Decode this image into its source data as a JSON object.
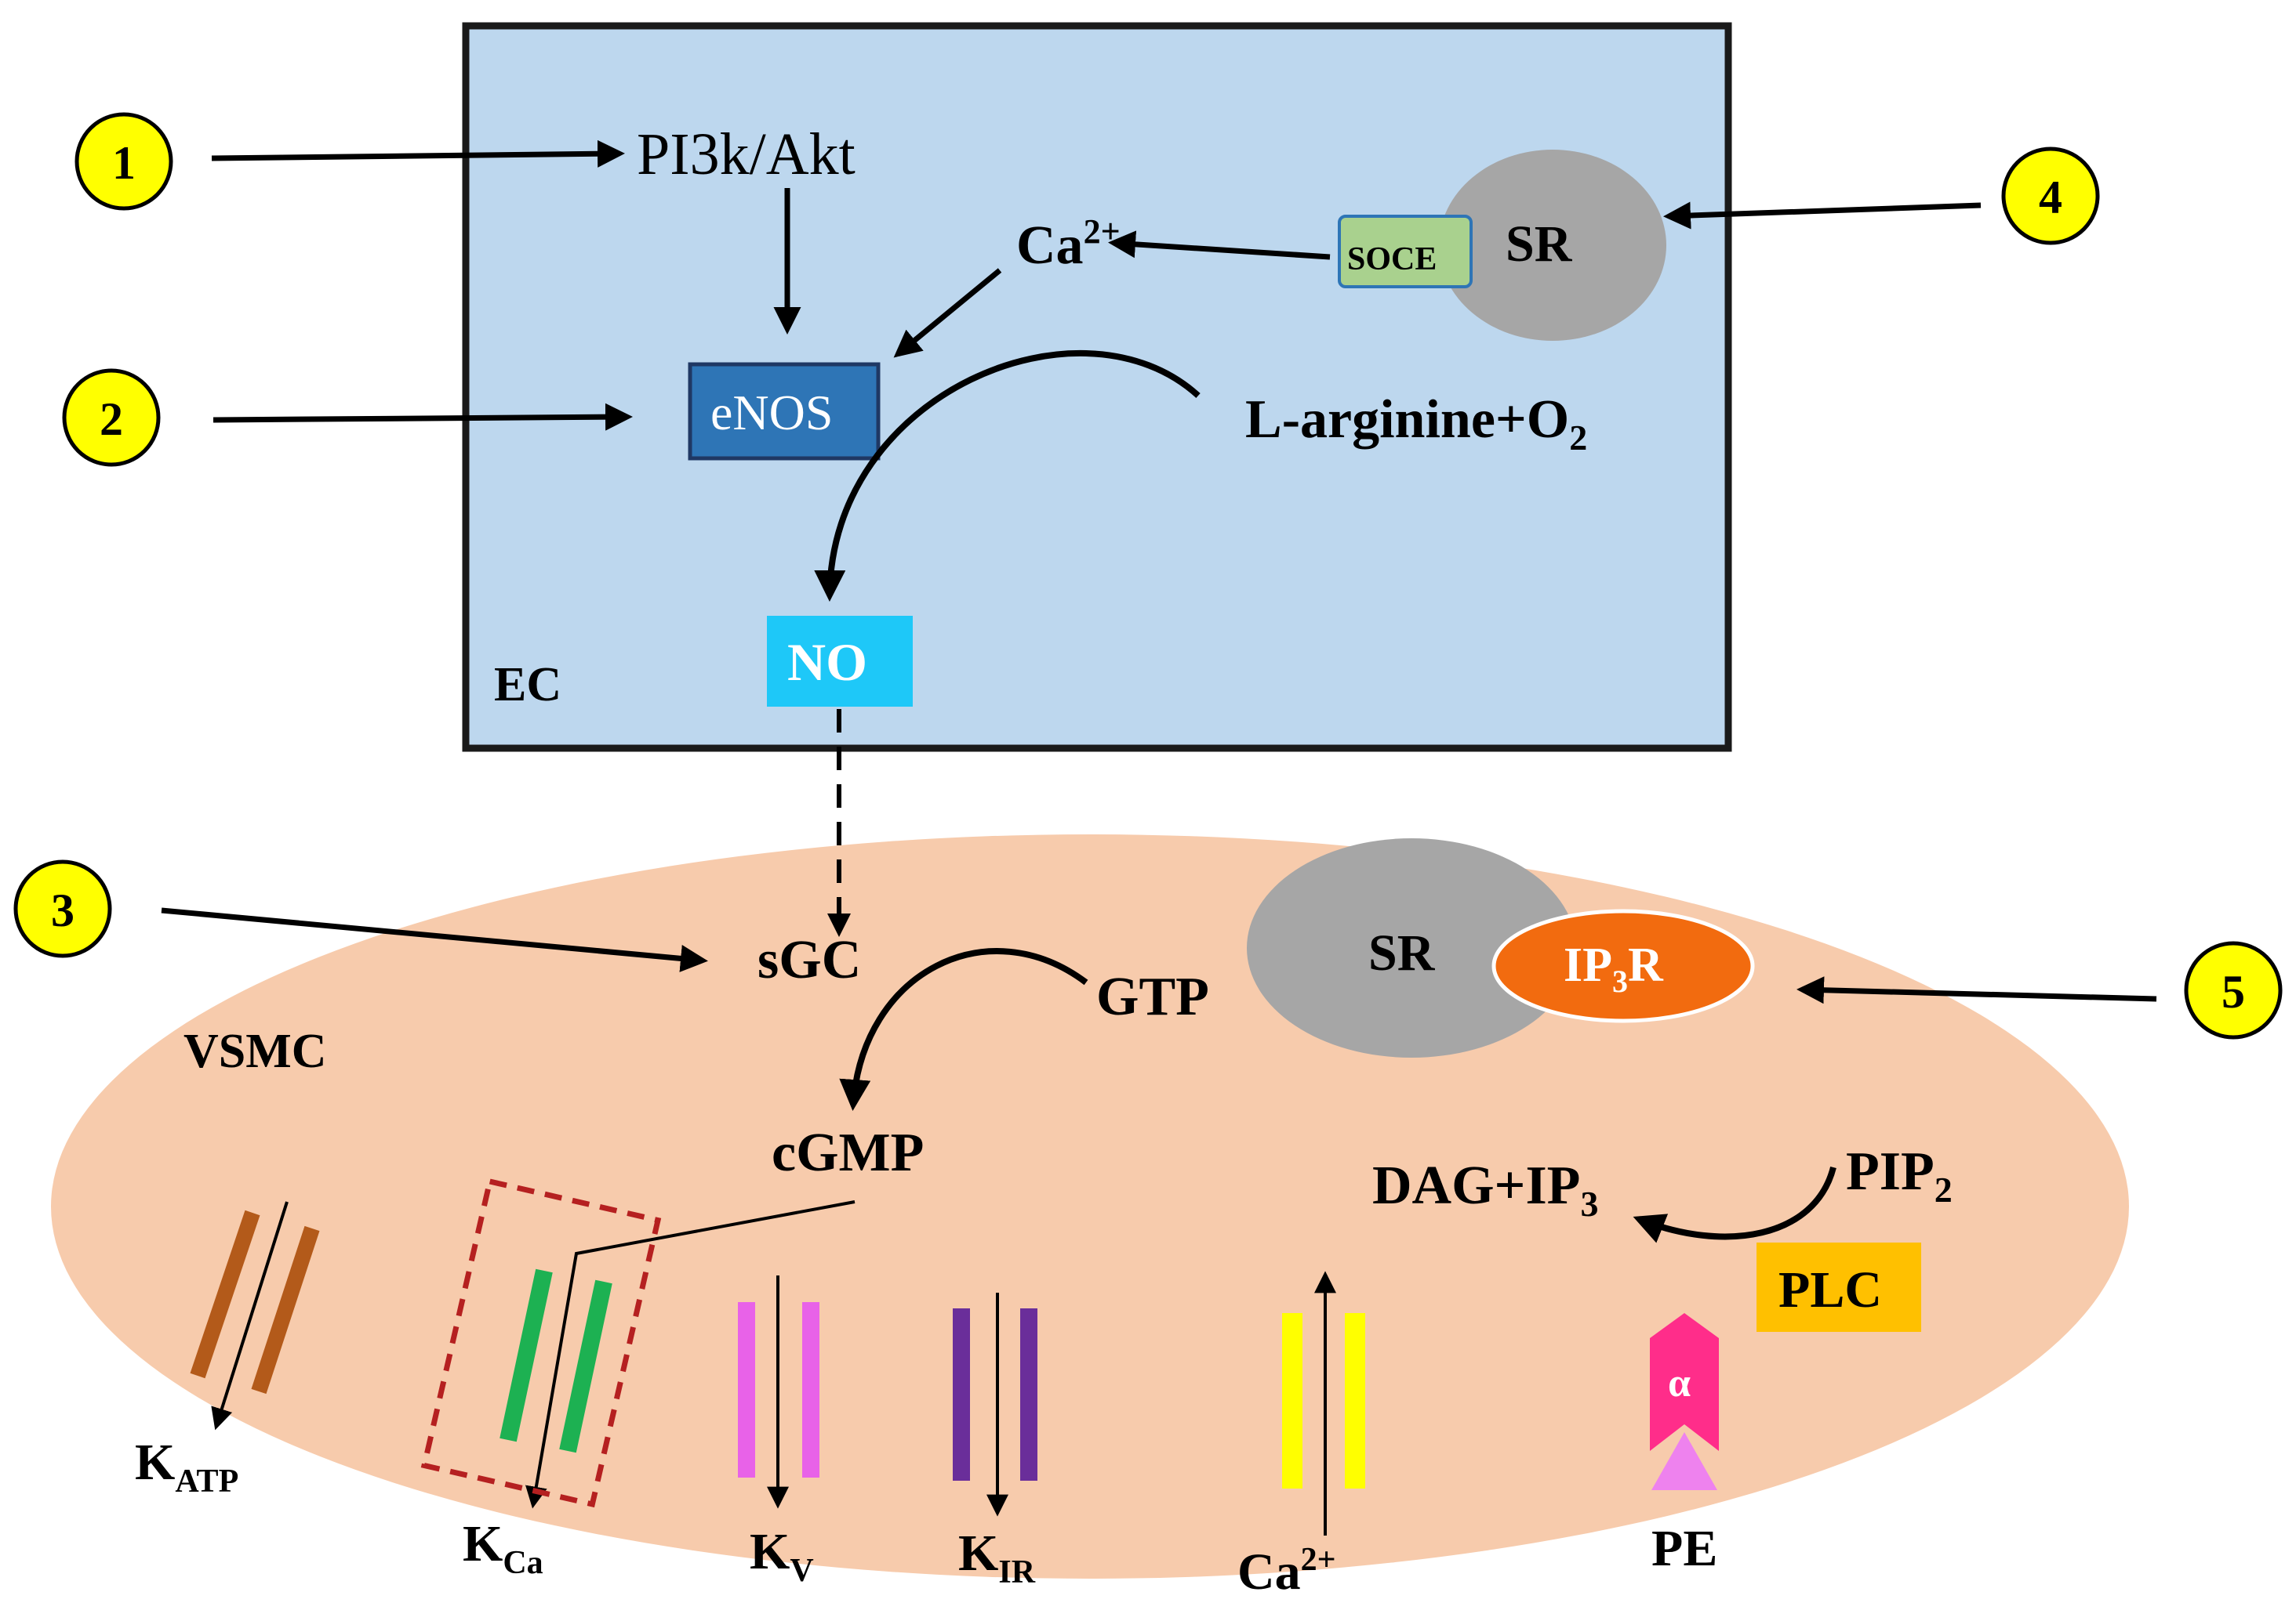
{
  "colors": {
    "ec_fill": "#bdd7ee",
    "vsmc_fill": "#f7cbac",
    "sr_fill": "#a6a6a6",
    "soce_fill": "#a9d18e",
    "enos_fill": "#2e75b6",
    "no_fill": "#1ec8f8",
    "ip3r_fill": "#f26b0f",
    "plc_fill": "#ffc000",
    "marker_fill": "#ffff00",
    "k_atp": "#b35a1a",
    "k_ca": "#1db152",
    "k_v": "#e862e8",
    "k_ir": "#6a2e9a",
    "ca_channel": "#ffff00",
    "alpha_receptor": "#ff2d8a",
    "pe_ligand": "#ee82ee",
    "highlight_box": "#b52020"
  },
  "markers": [
    "1",
    "2",
    "3",
    "4",
    "5"
  ],
  "ec": {
    "label": "EC",
    "pi3k": "PI3k/Akt",
    "ca": "Ca",
    "ca_sup": "2+",
    "soce": "SOCE",
    "sr": "SR",
    "enos": "eNOS",
    "substrate": "L-arginine+O",
    "substrate_sub": "2",
    "no": "NO"
  },
  "vsmc": {
    "label": "VSMC",
    "sgc": "sGC",
    "gtp": "GTP",
    "cgmp": "cGMP",
    "sr": "SR",
    "ip3r": "IP",
    "ip3r_sub": "3",
    "ip3r_tail": "R",
    "dag": "DAG+IP",
    "dag_sub": "3",
    "pip": "PIP",
    "pip_sub": "2",
    "plc": "PLC",
    "alpha": "α"
  },
  "channels": {
    "katp": "K",
    "katp_sub": "ATP",
    "kca": "K",
    "kca_sub": "Ca",
    "kv": "K",
    "kv_sub": "V",
    "kir": "K",
    "kir_sub": "IR",
    "ca": "Ca",
    "ca_sup": "2+",
    "pe": "PE"
  }
}
